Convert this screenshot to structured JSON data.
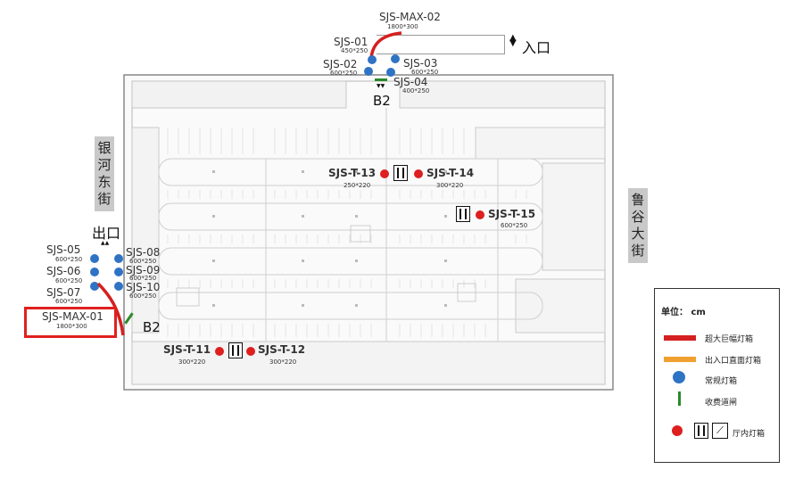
{
  "entrances": {
    "entrance_label": "入口",
    "exit_label": "出口",
    "b2_top": "B2",
    "b2_left": "B2"
  },
  "streets": {
    "left": "银河东街",
    "right": "鲁谷大街"
  },
  "lightboxes": {
    "max02": {
      "name": "SJS-MAX-02",
      "size": "1800*300"
    },
    "max01": {
      "name": "SJS-MAX-01",
      "size": "1800*300"
    },
    "s01": {
      "name": "SJS-01",
      "size": "450*250"
    },
    "s02": {
      "name": "SJS-02",
      "size": "600*250"
    },
    "s03": {
      "name": "SJS-03",
      "size": "600*250"
    },
    "s04": {
      "name": "SJS-04",
      "size": "400*250"
    },
    "s05": {
      "name": "SJS-05",
      "size": "600*250"
    },
    "s06": {
      "name": "SJS-06",
      "size": "600*250"
    },
    "s07": {
      "name": "SJS-07",
      "size": "600*250"
    },
    "s08": {
      "name": "SJS-08",
      "size": "600*250"
    },
    "s09": {
      "name": "SJS-09",
      "size": "600*250"
    },
    "s10": {
      "name": "SJS-10",
      "size": "600*250"
    },
    "t11": {
      "name": "SJS-T-11",
      "size": "300*220"
    },
    "t12": {
      "name": "SJS-T-12",
      "size": "300*220"
    },
    "t13": {
      "name": "SJS-T-13",
      "size": "250*220"
    },
    "t14": {
      "name": "SJS-T-14",
      "size": "300*220"
    },
    "t15": {
      "name": "SJS-T-15",
      "size": "600*250"
    }
  },
  "legend": {
    "unit": "单位： cm",
    "items": [
      {
        "label": "超大巨幅灯箱",
        "color": "#d42020"
      },
      {
        "label": "出入口直面灯箱",
        "color": "#f0a030"
      },
      {
        "label": "常规灯箱",
        "color": "#2f73c4"
      },
      {
        "label": "收费道闸",
        "color": "#2a8a2a"
      },
      {
        "label": "厅内灯箱",
        "color": "#dd1f1f"
      }
    ]
  }
}
